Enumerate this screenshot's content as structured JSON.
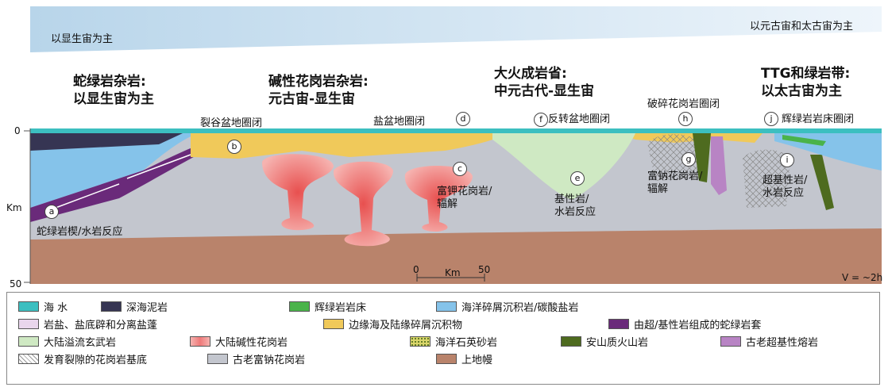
{
  "top_bar": {
    "left_text": "以显生宙为主",
    "right_text": "以元古宙和太古宙为主"
  },
  "eras": [
    {
      "line1": "蛇绿岩杂岩:",
      "line2": "以显生宙为主"
    },
    {
      "line1": "碱性花岗岩杂岩:",
      "line2": "元古宙-显生宙"
    },
    {
      "line1": "大火成岩省:",
      "line2": "中元古代-显生宙"
    },
    {
      "line1": "TTG和绿岩带:",
      "line2": "以太古宙为主"
    }
  ],
  "labels": {
    "rift": "裂谷盆地圈闭",
    "salt": "盐盆地圈闭",
    "inversion": "反转盆地圈闭",
    "broken_granite": "破碎花岗岩圈闭",
    "dolerite": "辉绿岩岩床圈闭",
    "potassic": [
      "富钾花岗岩/",
      "辐解"
    ],
    "basic": [
      "基性岩/",
      "水岩反应"
    ],
    "sodic": [
      "富钠花岗岩/",
      "辐解"
    ],
    "ultrabasic": [
      "超基性岩/",
      "水岩反应"
    ],
    "ophiolite": "蛇绿岩楔/水岩反应"
  },
  "markers": [
    "a",
    "b",
    "c",
    "d",
    "e",
    "f",
    "g",
    "h",
    "i",
    "j"
  ],
  "axis": {
    "depth_top": "0",
    "depth_bottom": "50",
    "unit": "Km",
    "scale_start": "0",
    "scale_end": "50",
    "scale_unit": "Km",
    "vertical_exaggeration": "V = ~2h"
  },
  "legend": [
    {
      "label": "海 水",
      "color": "#3cbfc0",
      "pattern": "solid"
    },
    {
      "label": "深海泥岩",
      "color": "#363553",
      "pattern": "solid"
    },
    {
      "label": "辉绿岩岩床",
      "color": "#4ab34a",
      "pattern": "solid"
    },
    {
      "label": "海洋碎屑沉积岩/碳酸盐岩",
      "color": "#85c3ea",
      "pattern": "solid"
    },
    {
      "label": "岩盐、盐底辟和分离盐蓬",
      "color": "#e9d6ec",
      "pattern": "solid"
    },
    {
      "label": "边缘海及陆缘碎屑沉积物",
      "color": "#f0c95a",
      "pattern": "solid"
    },
    {
      "label": "由超/基性岩组成的蛇绿岩套",
      "color": "#6a2a7a",
      "pattern": "solid"
    },
    {
      "label": "大陆溢流玄武岩",
      "color": "#cfe9c3",
      "pattern": "solid"
    },
    {
      "label": "大陆碱性花岗岩",
      "color": "#ef7a7a",
      "pattern": "gradient"
    },
    {
      "label": "海洋石英砂岩",
      "color": "#d9d56a",
      "pattern": "dots"
    },
    {
      "label": "安山质火山岩",
      "color": "#4e6b1f",
      "pattern": "solid"
    },
    {
      "label": "古老超基性熔岩",
      "color": "#b884c4",
      "pattern": "solid"
    },
    {
      "label": "发育裂隙的花岗岩基底",
      "color": "#ffffff",
      "pattern": "hatch"
    },
    {
      "label": "古老富钠花岗岩",
      "color": "#c3c6ce",
      "pattern": "solid"
    },
    {
      "label": "上地幔",
      "color": "#b9836b",
      "pattern": "solid"
    }
  ]
}
